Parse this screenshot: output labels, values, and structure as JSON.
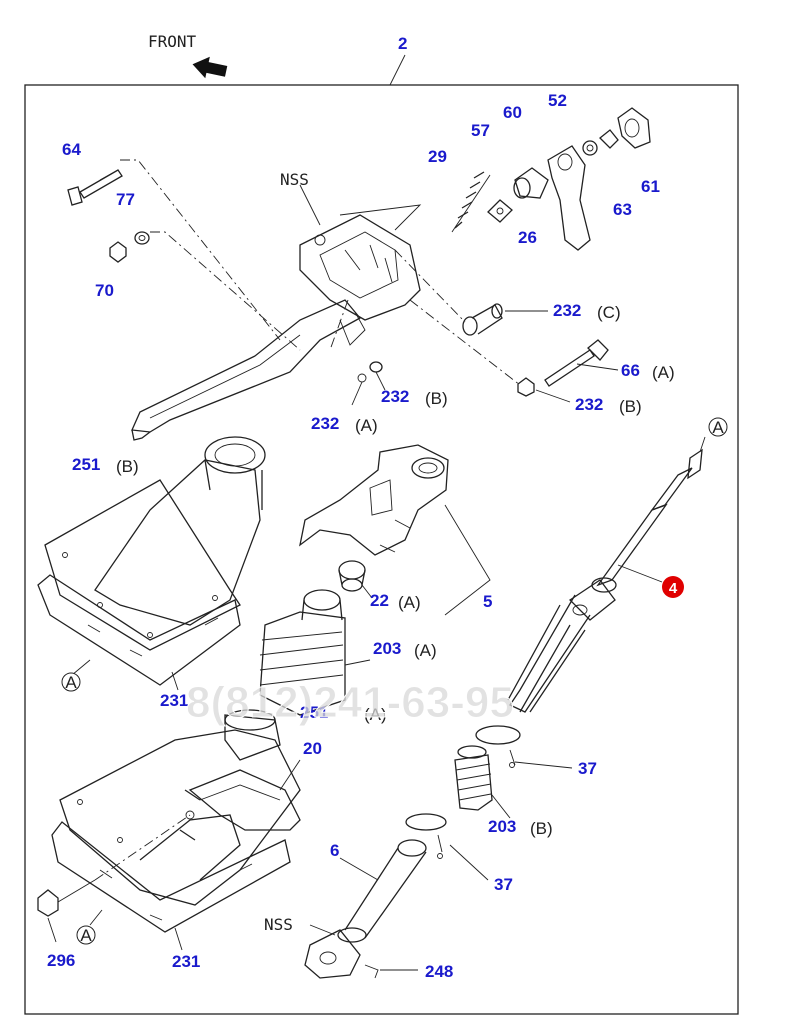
{
  "header": {
    "front_label": "FRONT",
    "assembly_callout": "2"
  },
  "watermark": "8(812)241-63-95",
  "callouts": {
    "c64": "64",
    "c77": "77",
    "c70": "70",
    "nss_top": "NSS",
    "c29": "29",
    "c57": "57",
    "c60": "60",
    "c52": "52",
    "c61": "61",
    "c63": "63",
    "c26": "26",
    "c232c_n": "232",
    "c232c_s": "(C)",
    "c66_n": "66",
    "c66_s": "(A)",
    "c232b2_n": "232",
    "c232b2_s": "(B)",
    "c232b1_n": "232",
    "c232b1_s": "(B)",
    "c232a_n": "232",
    "c232a_s": "(A)",
    "c251b_n": "251",
    "c251b_s": "(B)",
    "ref_a_top": "A",
    "c4": "4",
    "c22_n": "22",
    "c22_s": "(A)",
    "c5": "5",
    "c203a_n": "203",
    "c203a_s": "(A)",
    "ref_a_left": "A",
    "c231_upper": "231",
    "c251a_n": "251",
    "c251a_s": "(A)",
    "c20": "20",
    "c37_upper": "37",
    "c203b_n": "203",
    "c203b_s": "(B)",
    "c6": "6",
    "c37_lower": "37",
    "nss_bottom": "NSS",
    "c248": "248",
    "c296": "296",
    "ref_a_bottom": "A",
    "c231_lower": "231"
  },
  "colors": {
    "callout_number": "#1a1acc",
    "highlight_badge": "#e00000",
    "line": "#222222"
  },
  "icons": {
    "front_arrow": "arrow-left-icon"
  }
}
